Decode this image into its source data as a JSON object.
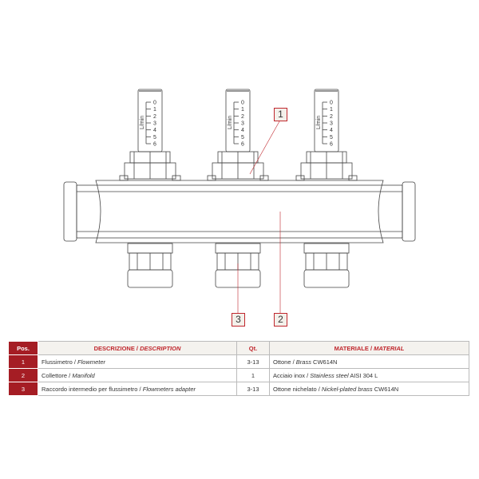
{
  "flowmeter": {
    "unit": "L/min",
    "scale": [
      "0",
      "1",
      "2",
      "3",
      "4",
      "5",
      "6"
    ]
  },
  "callouts": [
    "1",
    "2",
    "3"
  ],
  "table": {
    "headers": {
      "pos": "Pos.",
      "desc_it": "DESCRIZIONE /",
      "desc_en": "DESCRIPTION",
      "qty": "Qt.",
      "mat_it": "MATERIALE /",
      "mat_en": "MATERIAL"
    },
    "rows": [
      {
        "pos": "1",
        "desc_it": "Flussimetro /",
        "desc_en": "Flowmeter",
        "qty": "3-13",
        "mat_it": "Ottone /",
        "mat_en": "Brass",
        "mat_code": "CW614N"
      },
      {
        "pos": "2",
        "desc_it": "Collettore /",
        "desc_en": "Manifold",
        "qty": "1",
        "mat_it": "Acciaio inox /",
        "mat_en": "Stainless steel",
        "mat_code": "AISI 304 L"
      },
      {
        "pos": "3",
        "desc_it": "Raccordo intermedio per flussimetro /",
        "desc_en": "Flowmeters adapter",
        "qty": "3-13",
        "mat_it": "Ottone nichelato /",
        "mat_en": "Nickel-plated brass",
        "mat_code": "CW614N"
      }
    ]
  },
  "colors": {
    "accent": "#a51d24",
    "line": "#444444"
  }
}
